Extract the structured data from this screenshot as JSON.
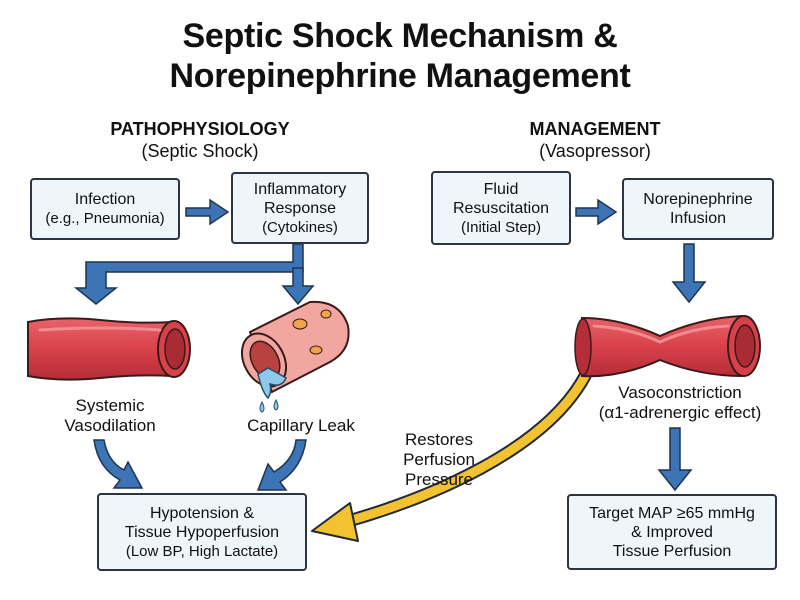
{
  "title": {
    "line1": "Septic Shock Mechanism &",
    "line2": "Norepinephrine Management"
  },
  "pathophysiology": {
    "heading": "PATHOPHYSIOLOGY",
    "subheading": "(Septic Shock)",
    "infection": {
      "line1": "Infection",
      "line2": "(e.g., Pneumonia)"
    },
    "inflammatory": {
      "line1": "Inflammatory",
      "line2": "Response",
      "line3": "(Cytokines)"
    },
    "vasodilation": {
      "line1": "Systemic",
      "line2": "Vasodilation"
    },
    "capillary_leak": "Capillary Leak",
    "hypotension": {
      "line1": "Hypotension &",
      "line2": "Tissue Hypoperfusion",
      "line3": "(Low BP, High Lactate)"
    }
  },
  "management": {
    "heading": "MANAGEMENT",
    "subheading": "(Vasopressor)",
    "fluid": {
      "line1": "Fluid",
      "line2": "Resuscitation",
      "line3": "(Initial Step)"
    },
    "norepinephrine": {
      "line1": "Norepinephrine",
      "line2": "Infusion"
    },
    "vasoconstriction": {
      "line1": "Vasoconstriction",
      "line2": "(α1-adrenergic effect)"
    },
    "target": {
      "line1": "Target MAP ≥65 mmHg",
      "line2": "& Improved",
      "line3": "Tissue Perfusion"
    }
  },
  "restores": {
    "line1": "Restores",
    "line2": "Perfusion",
    "line3": "Pressure"
  },
  "colors": {
    "arrow_blue": "#3d74b6",
    "arrow_gold": "#f2c230",
    "vessel_red": "#d9414a",
    "leak_pink": "#f2a6a0",
    "fluid_blue": "#8ec8ea"
  }
}
